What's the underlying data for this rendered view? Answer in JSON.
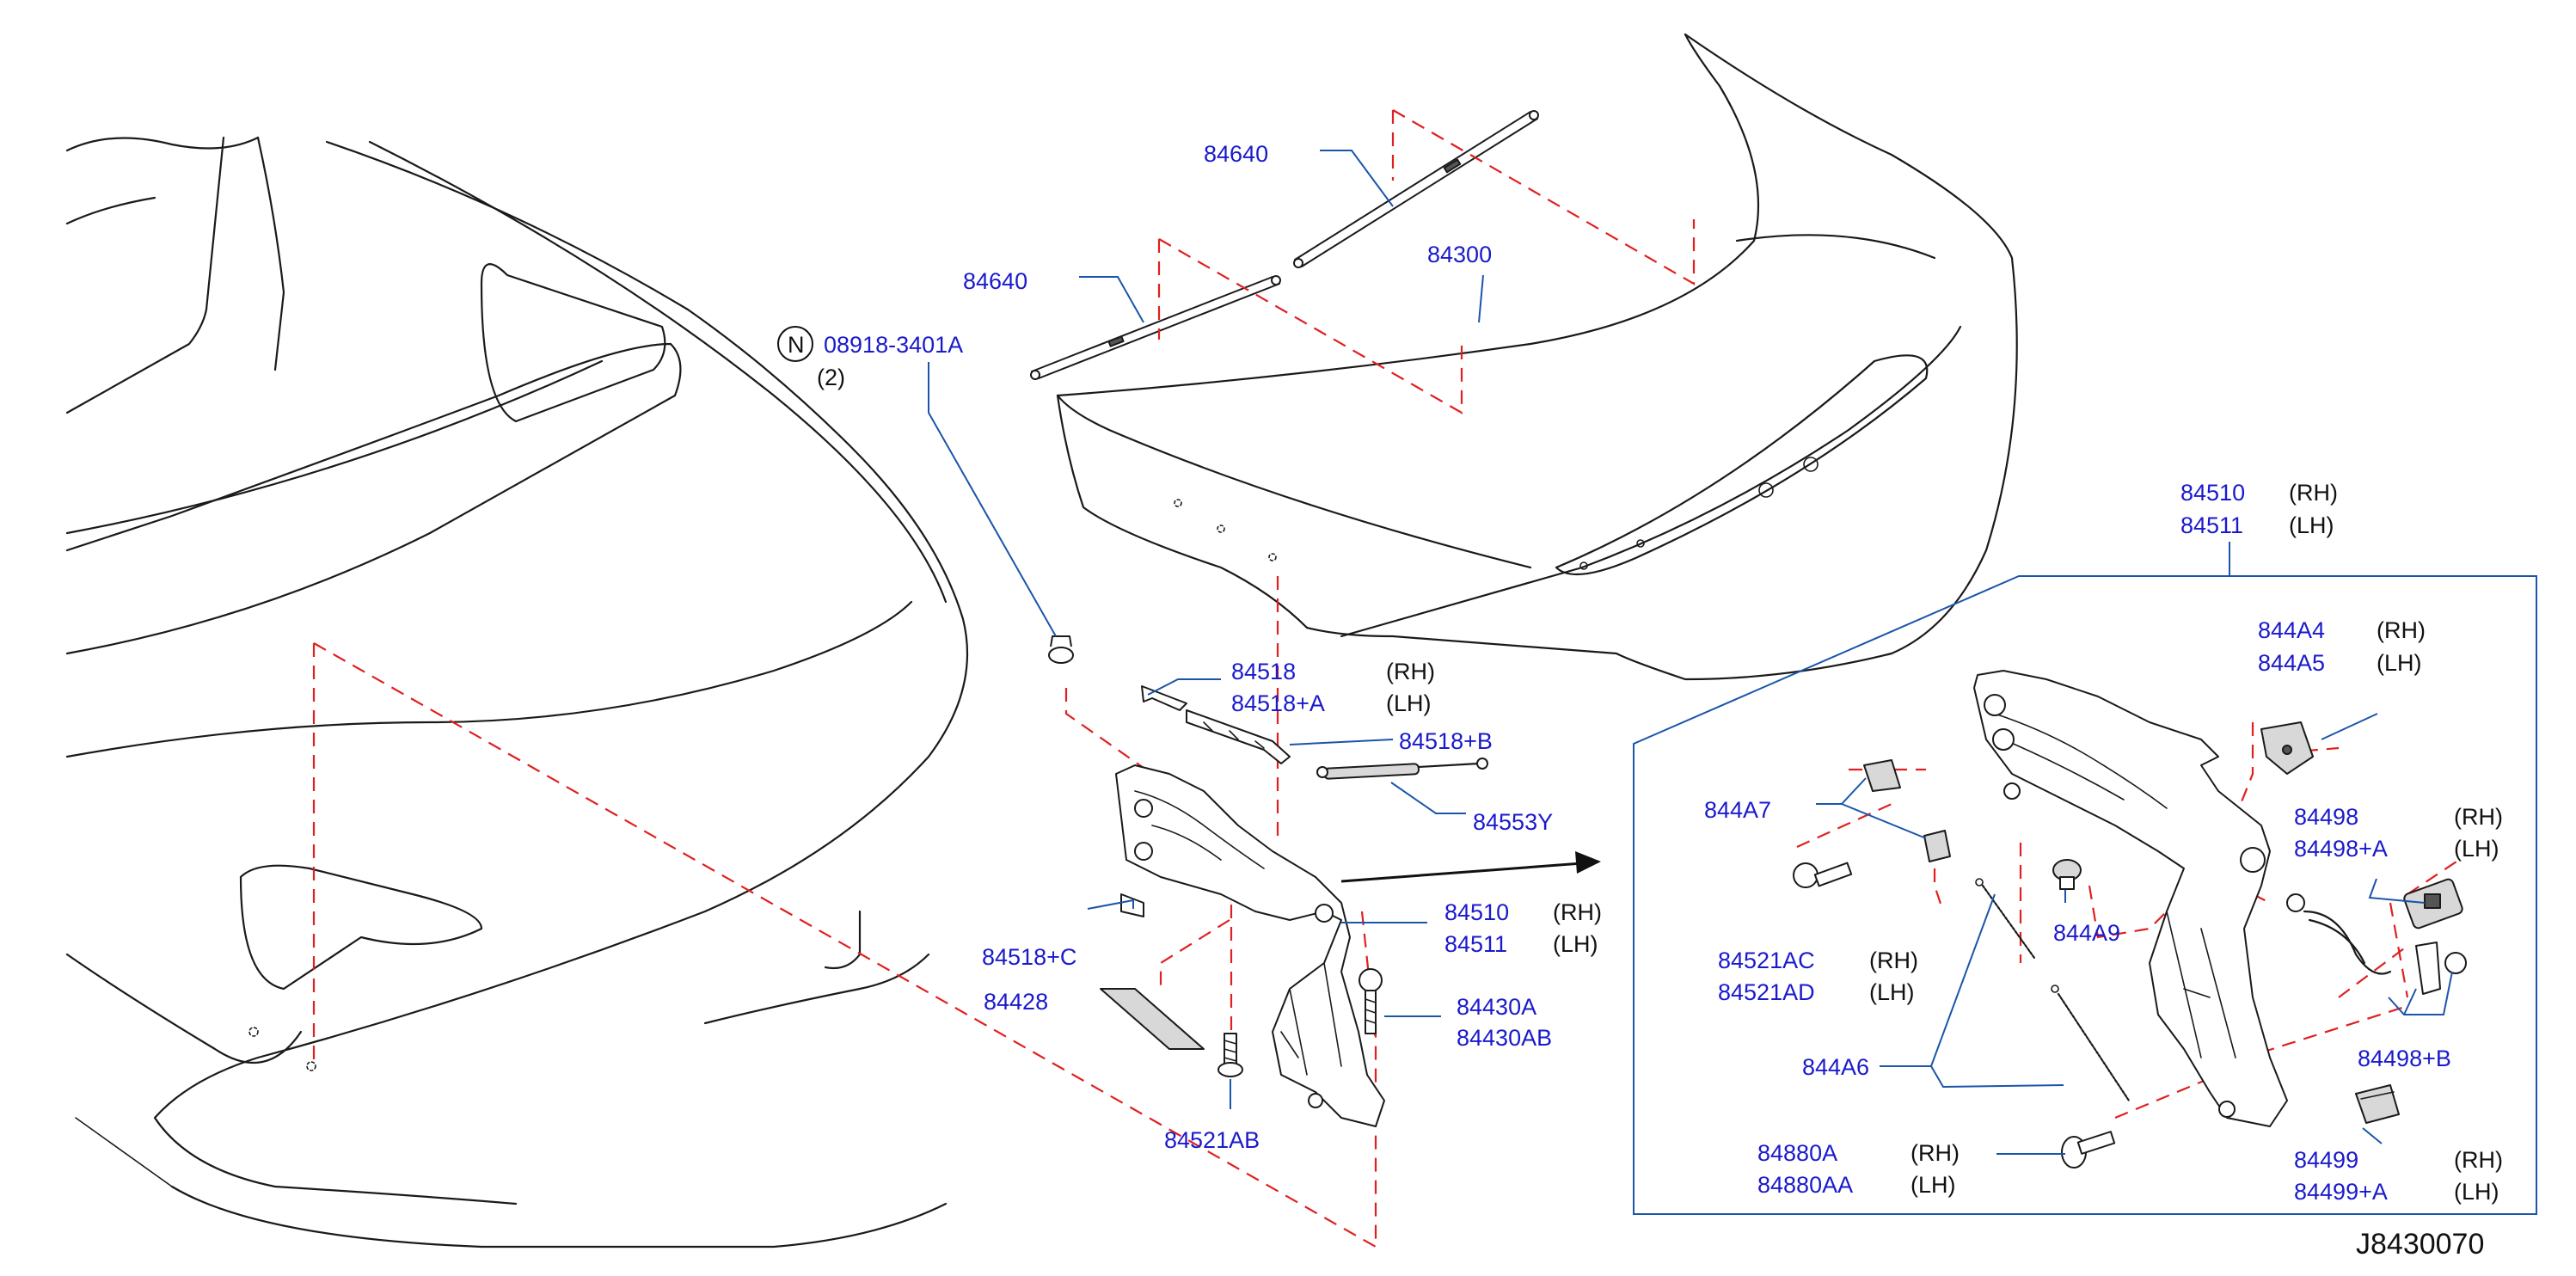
{
  "diagram_code": "J8430070",
  "parts": {
    "p84640_top": "84640",
    "p84640_left": "84640",
    "p84300": "84300",
    "n_symbol": "N",
    "p08918": "08918-3401A",
    "p08918_qty": "(2)",
    "p84518": "84518",
    "p84518A": "84518+A",
    "p84518B": "84518+B",
    "p84553Y": "84553Y",
    "p84510_main": "84510",
    "p84511_main": "84511",
    "p84518C": "84518+C",
    "p84428": "84428",
    "p84430A": "84430A",
    "p84430AB": "84430AB",
    "p84521AB": "84521AB",
    "p84510_box": "84510",
    "p84511_box": "84511",
    "p844A4": "844A4",
    "p844A5": "844A5",
    "p844A7": "844A7",
    "p84498": "84498",
    "p84498A": "84498+A",
    "p844A9": "844A9",
    "p84521AC": "84521AC",
    "p84521AD": "84521AD",
    "p844A6": "844A6",
    "p84498B": "84498+B",
    "p84880A": "84880A",
    "p84880AA": "84880AA",
    "p84499": "84499",
    "p84499A": "84499+A"
  },
  "sides": {
    "rh": "(RH)",
    "lh": "(LH)"
  },
  "colors": {
    "part_number": "#1a1acc",
    "leader": "#1a55aa",
    "hidden_line": "#e02020",
    "outline": "#1a1a1a"
  }
}
